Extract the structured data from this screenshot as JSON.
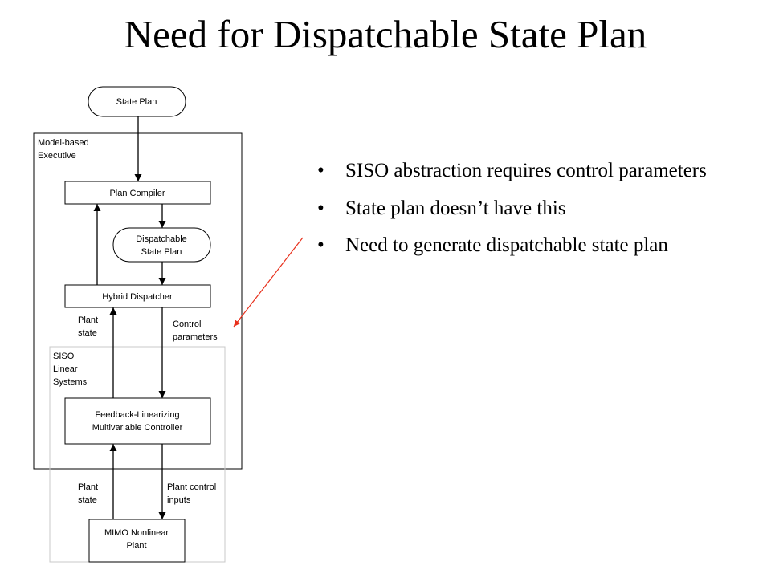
{
  "title": "Need for Dispatchable State Plan",
  "bullets": [
    {
      "marker": "•",
      "text": "SISO abstraction requires control parameters"
    },
    {
      "marker": "•",
      "text": "State plan doesn’t have this"
    },
    {
      "marker": "•",
      "text": "Need to generate dispatchable state plan"
    }
  ],
  "diagram": {
    "state_plan": "State Plan",
    "executive_label": [
      "Model-based",
      "Executive"
    ],
    "plan_compiler": "Plan Compiler",
    "dispatchable_plan": [
      "Dispatchable",
      "State Plan"
    ],
    "hybrid_dispatcher": "Hybrid Dispatcher",
    "plant_state_upper": [
      "Plant",
      "state"
    ],
    "control_parameters": [
      "Control",
      "parameters"
    ],
    "siso_label": [
      "SISO",
      "Linear",
      "Systems"
    ],
    "controller": [
      "Feedback-Linearizing",
      "Multivariable Controller"
    ],
    "plant_state_lower": [
      "Plant",
      "state"
    ],
    "plant_control_inputs": [
      "Plant control",
      "inputs"
    ],
    "mimo_plant": [
      "MIMO Nonlinear",
      "Plant"
    ]
  },
  "colors": {
    "annotation_arrow": "#e8301c",
    "diagram_line": "#000000",
    "siso_border": "#c8c8c8"
  }
}
